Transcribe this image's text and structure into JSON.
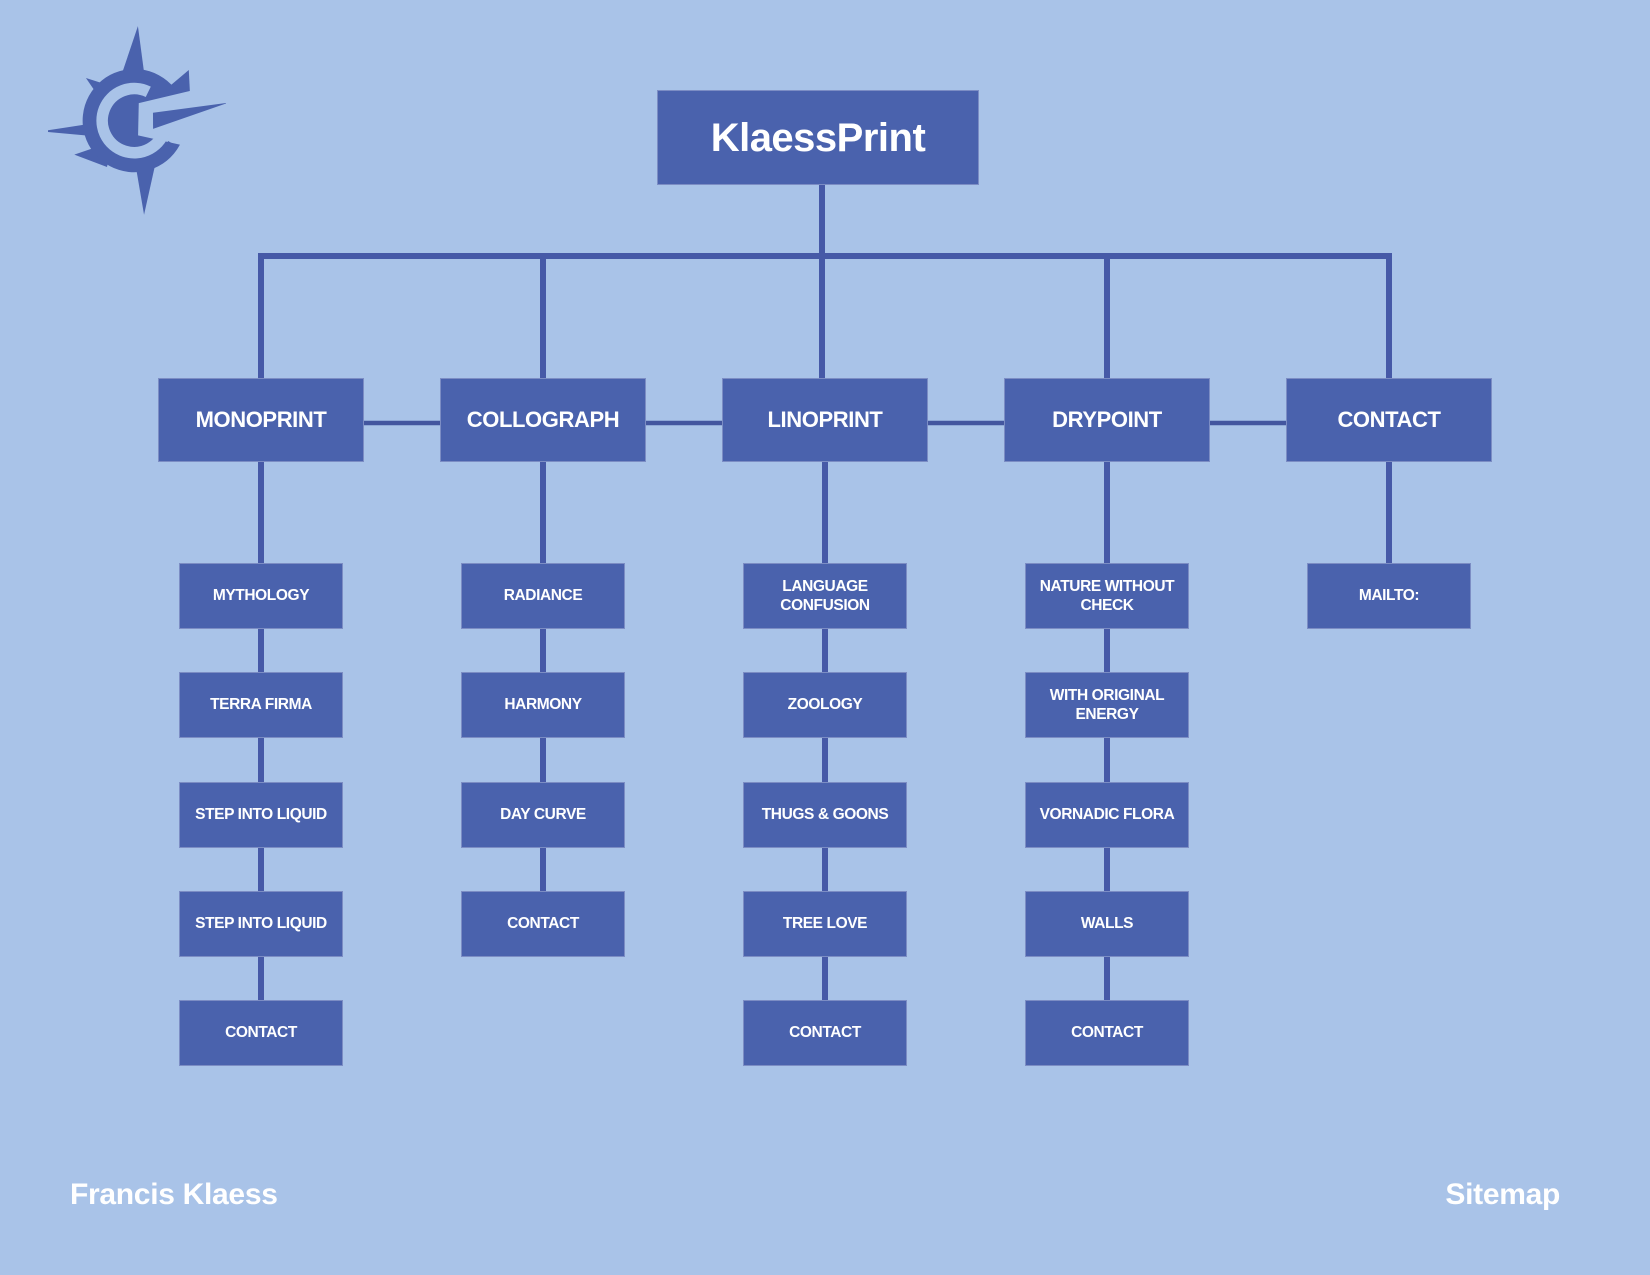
{
  "page": {
    "background_color": "#a9c3e8",
    "box_color": "#4a62ad",
    "line_color": "#4659a7",
    "text_color": "#ffffff"
  },
  "logo": {
    "icon": "compass-logo-icon"
  },
  "tree": {
    "root": {
      "label": "KlaessPrint"
    },
    "columns": [
      {
        "label": "MONOPRINT",
        "children": [
          "MYTHOLOGY",
          "TERRA FIRMA",
          "STEP INTO LIQUID",
          "STEP INTO LIQUID",
          "CONTACT"
        ]
      },
      {
        "label": "COLLOGRAPH",
        "children": [
          "RADIANCE",
          "HARMONY",
          "DAY CURVE",
          "CONTACT"
        ]
      },
      {
        "label": "LINOPRINT",
        "children": [
          "LANGUAGE CONFUSION",
          "ZOOLOGY",
          "THUGS & GOONS",
          "TREE LOVE",
          "CONTACT"
        ]
      },
      {
        "label": "DRYPOINT",
        "children": [
          "NATURE WITHOUT CHECK",
          "WITH ORIGINAL ENERGY",
          "VORNADIC FLORA",
          "WALLS",
          "CONTACT"
        ]
      },
      {
        "label": "CONTACT",
        "children": [
          "MAILTO:"
        ]
      }
    ]
  },
  "footer": {
    "left": "Francis Klaess",
    "right": "Sitemap"
  }
}
